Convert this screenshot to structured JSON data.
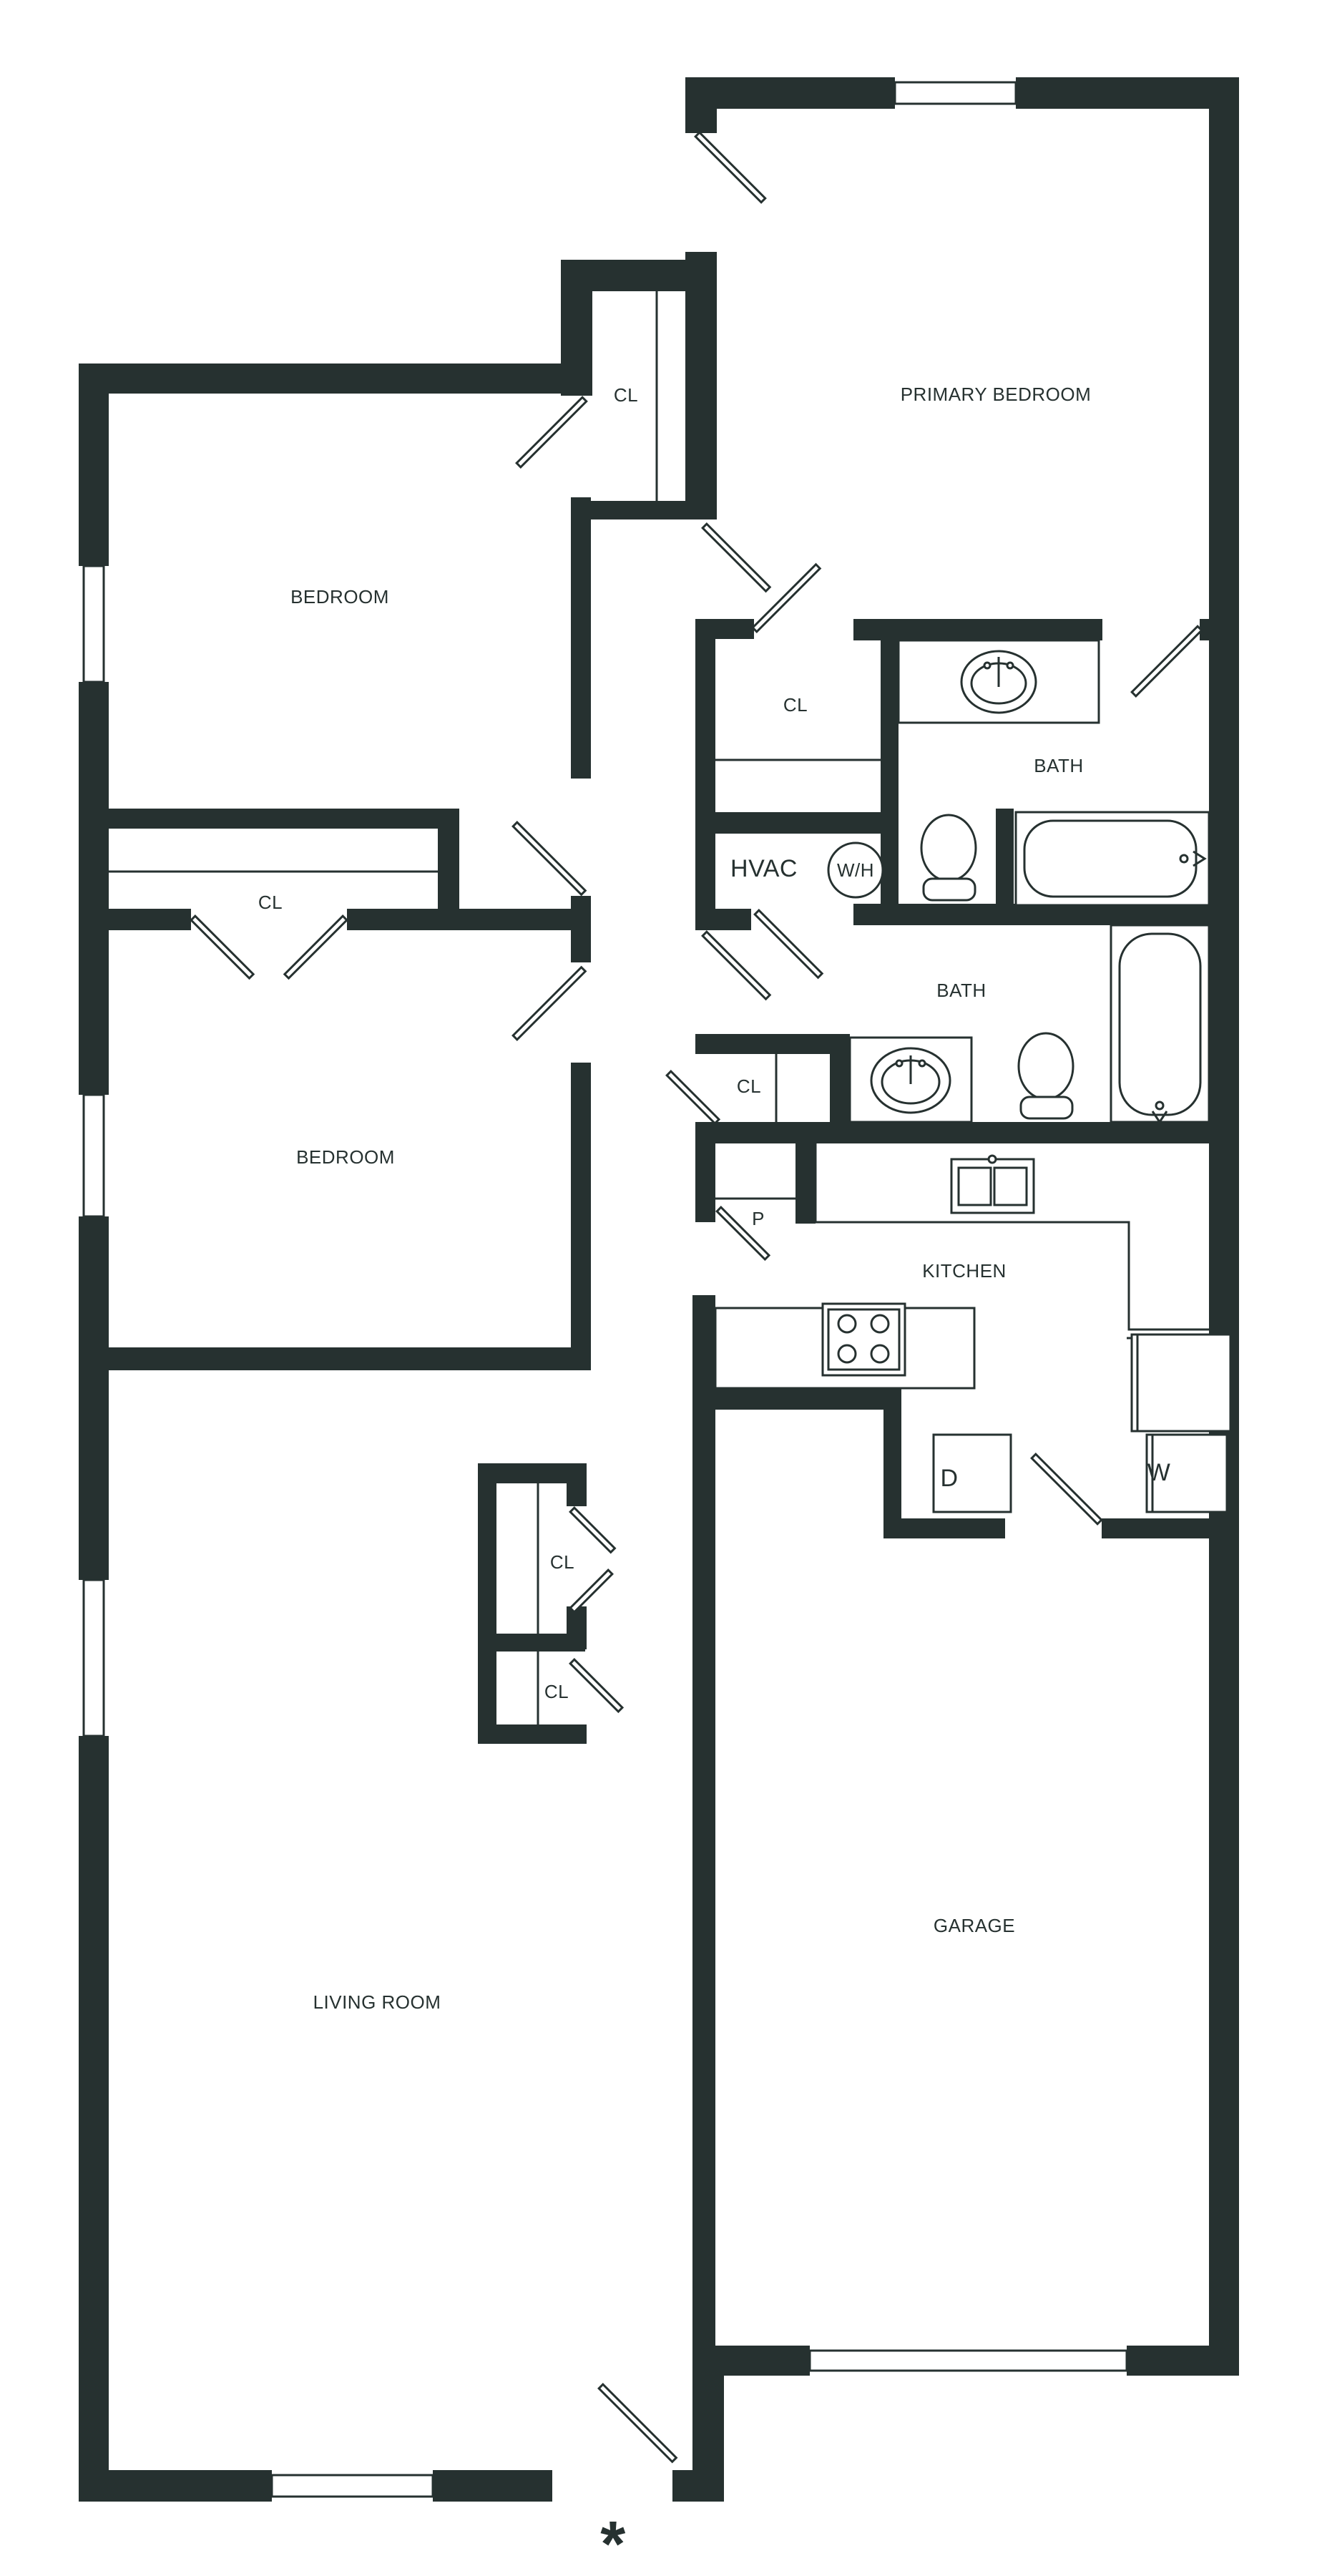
{
  "rooms": {
    "primary_bedroom": "PRIMARY BEDROOM",
    "bedroom_1": "BEDROOM",
    "bedroom_2": "BEDROOM",
    "living_room": "LIVING ROOM",
    "kitchen": "KITCHEN",
    "garage": "GARAGE",
    "bath_1": "BATH",
    "bath_2": "BATH"
  },
  "closets": {
    "cl_top": "CL",
    "cl_bed1": "CL",
    "cl_hall": "CL",
    "cl_bath": "CL",
    "cl_living_1": "CL",
    "cl_living_2": "CL",
    "pantry": "P"
  },
  "equipment": {
    "hvac": "HVAC",
    "water_heater": "W/H",
    "dryer": "D",
    "washer": "W"
  },
  "entry_marker": "*"
}
